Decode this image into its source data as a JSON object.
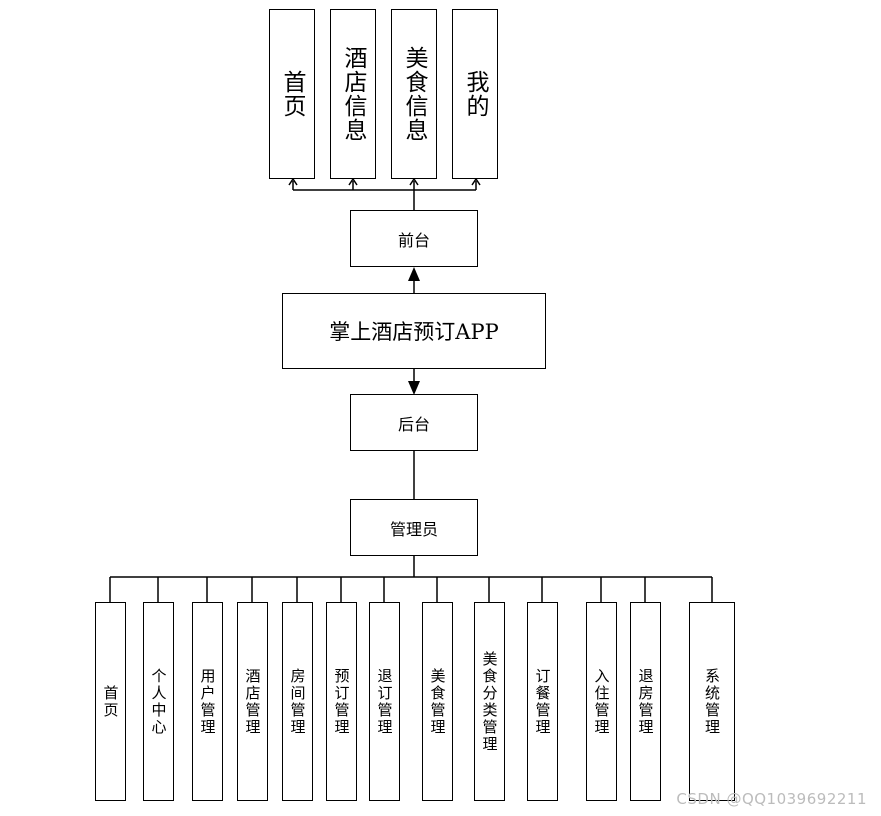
{
  "diagram": {
    "root": "掌上酒店预订APP",
    "frontend": "前台",
    "backend": "后台",
    "admin": "管理员",
    "frontend_modules": [
      "首页",
      "酒店信息",
      "美食信息",
      "我的"
    ],
    "admin_modules": [
      "首页",
      "个人中心",
      "用户管理",
      "酒店管理",
      "房间管理",
      "预订管理",
      "退订管理",
      "美食管理",
      "美食分类管理",
      "订餐管理",
      "入住管理",
      "退房管理",
      "系统管理"
    ]
  },
  "watermark": "CSDN @QQ1039692211"
}
